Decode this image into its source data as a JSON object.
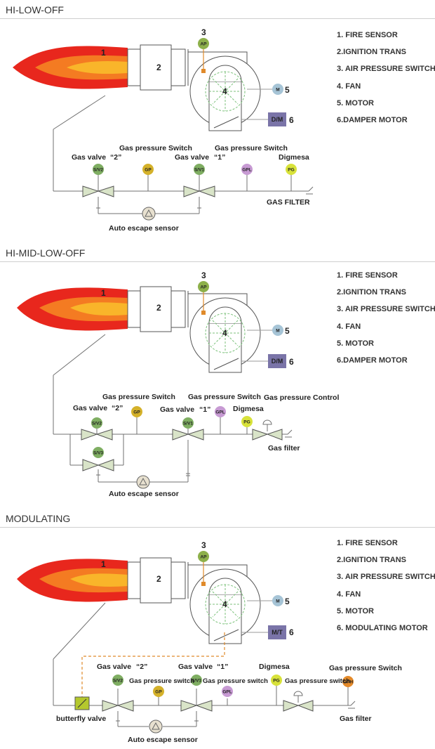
{
  "sections": [
    {
      "title": "HI-LOW-OFF",
      "legend": [
        "1. FIRE SENSOR",
        "2.IGNITION TRANS",
        "3. AIR PRESSURE SWITCH",
        "4. FAN",
        "5. MOTOR",
        "6.DAMPER MOTOR"
      ],
      "labels": {
        "n1": "1",
        "n2": "2",
        "n3": "3",
        "n4": "4",
        "n5": "5",
        "n6": "6",
        "ap": "AP",
        "m": "M",
        "dm": "D/M",
        "sv2": "S/V2",
        "gp": "GP",
        "sv1": "S/V1",
        "gpl": "GPL",
        "pg": "PG",
        "gas_valve_2": "Gas valve",
        "q2": "“2”",
        "gps1": "Gas pressure Switch",
        "gas_valve_1": "Gas valve",
        "q1": "“1”",
        "gps2": "Gas pressure Switch",
        "digmesa": "Digmesa",
        "filter": "GAS FILTER",
        "auto": "Auto escape sensor"
      }
    },
    {
      "title": "HI-MID-LOW-OFF",
      "legend": [
        "1. FIRE SENSOR",
        "2.IGNITION TRANS",
        "3. AIR PRESSURE SWITCH",
        "4. FAN",
        "5. MOTOR",
        "6.DAMPER MOTOR"
      ],
      "labels": {
        "n1": "1",
        "n2": "2",
        "n3": "3",
        "n4": "4",
        "n5": "5",
        "n6": "6",
        "ap": "AP",
        "m": "M",
        "dm": "D/M",
        "sv2": "S/V2",
        "gp": "GP",
        "sv1": "S/V1",
        "gpl": "GPL",
        "pg": "PG",
        "sv3": "S/V3",
        "gps1": "Gas pressure Switch",
        "gas_valve_2": "Gas valve",
        "q2": "“2”",
        "gps2": "Gas pressure Switch",
        "gpc": "Gas pressure Control",
        "gas_valve_1": "Gas valve",
        "q1": "“1”",
        "digmesa": "Digmesa",
        "filter": "Gas filter",
        "auto": "Auto escape sensor"
      }
    },
    {
      "title": "MODULATING",
      "legend": [
        "1. FIRE SENSOR",
        "2.IGNITION TRANS",
        "3. AIR PRESSURE SWITCH",
        "4. FAN",
        "5. MOTOR",
        "6. MODULATING MOTOR"
      ],
      "labels": {
        "n1": "1",
        "n2": "2",
        "n3": "3",
        "n4": "4",
        "n5": "5",
        "n6": "6",
        "ap": "AP",
        "m": "M",
        "mt": "M/T",
        "sv2": "S/V2",
        "gp": "GP",
        "sv1": "S/V1",
        "gpl": "GPL",
        "pg": "PG",
        "gph": "GPH",
        "gas_valve_2": "Gas valve",
        "q2": "“2”",
        "gas_valve_1": "Gas valve",
        "q1": "“1”",
        "digmesa": "Digmesa",
        "gps": "Gas pressure Switch",
        "gps_small1": "Gas pressure switch",
        "gps_small2": "Gas pressure switch",
        "gps_small3": "Gas pressure switch",
        "bfv": "butterfly valve",
        "filter": "Gas filter",
        "auto": "Auto escape sensor"
      }
    }
  ],
  "colors": {
    "ap": "#8db04a",
    "sv": "#7fae62",
    "gp": "#d4b12a",
    "gpl": "#c79ad3",
    "pg": "#d8e23a",
    "m": "#a6c4d6",
    "dm": "#7a74a8",
    "gph": "#e48a2a",
    "pipe": "#707070",
    "valve": "#d9e4c8",
    "bfv": "#b4c82d",
    "flame_out": "#e8271d",
    "flame_mid": "#f47b22",
    "flame_in": "#f9b52a",
    "dash": "#e08a2a"
  }
}
